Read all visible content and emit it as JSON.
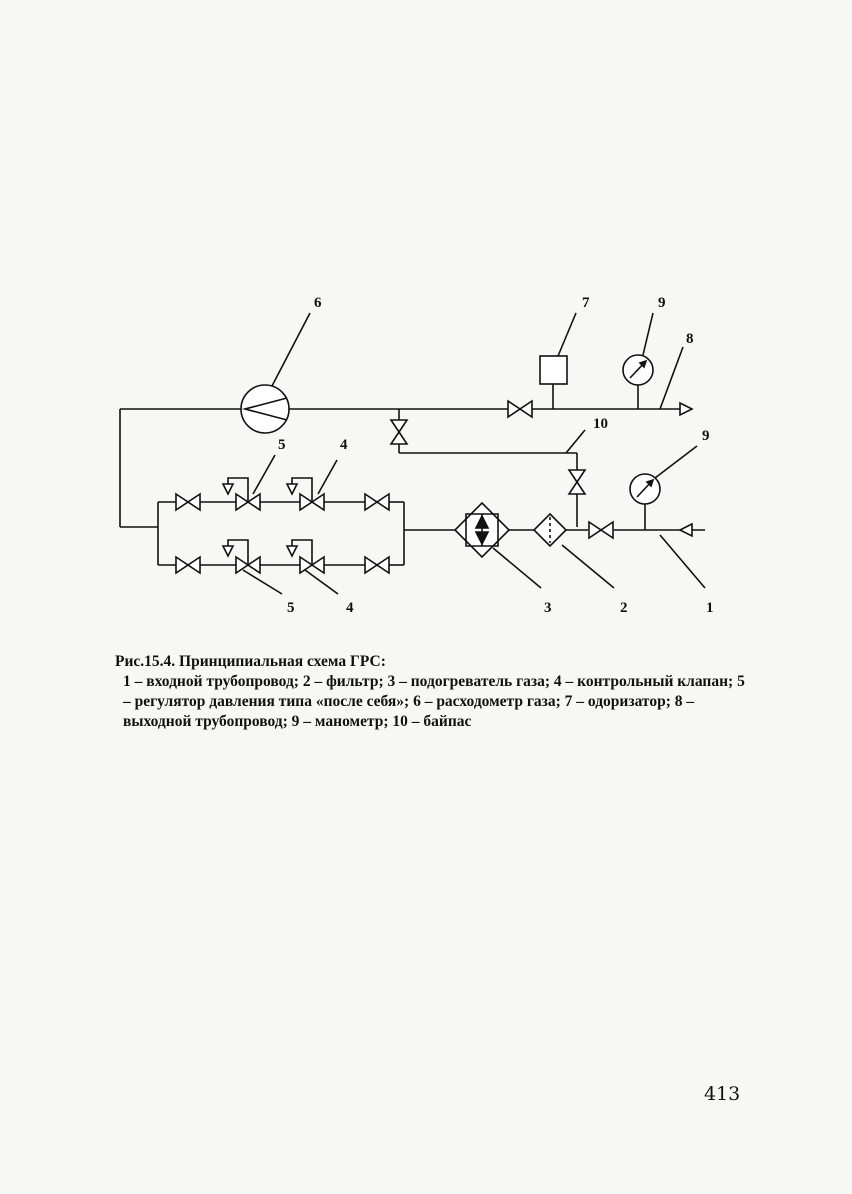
{
  "labels": {
    "l1": "1",
    "l2": "2",
    "l3": "3",
    "l4a": "4",
    "l4b": "4",
    "l5a": "5",
    "l5b": "5",
    "l6": "6",
    "l7": "7",
    "l8": "8",
    "l9a": "9",
    "l9b": "9",
    "l10": "10"
  },
  "caption": {
    "title": "Рис.15.4. Принципиальная схема ГРС:",
    "legend": "1 – входной трубопровод; 2 – фильтр; 3 – подогреватель газа; 4 – контрольный клапан; 5 – регулятор давления типа «после себя»; 6 – расходометр газа; 7 – одоризатор; 8 – выходной трубопровод; 9 – манометр; 10 – байпас"
  },
  "page_number": "413"
}
